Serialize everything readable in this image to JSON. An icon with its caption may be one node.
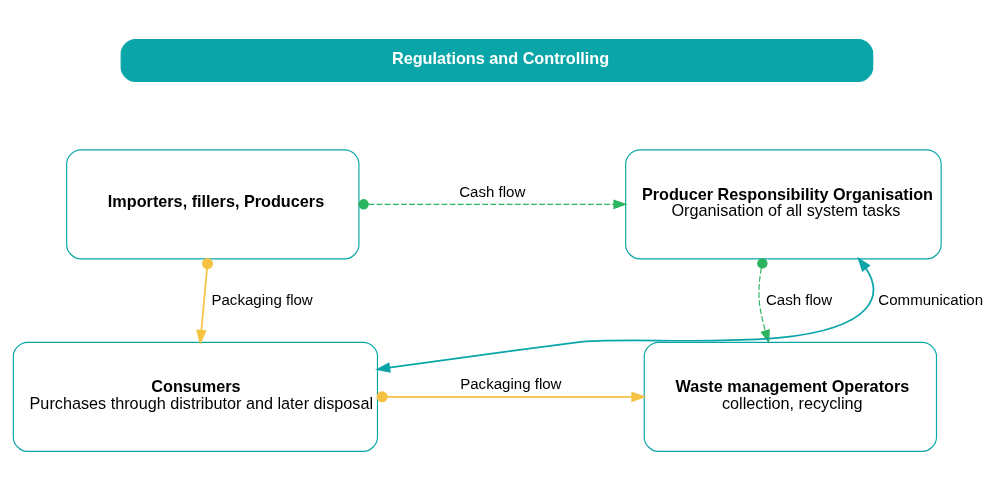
{
  "diagram": {
    "nodes": [
      {
        "text": [
          "Regulations and Controlling"
        ]
      },
      {
        "text": [
          "Importers, fillers, Producers"
        ]
      },
      {
        "text": [
          "Producer Responsibility Organisation",
          "Organisation of all system tasks"
        ]
      },
      {
        "text": [
          "Consumers",
          "Purchases through distributor and later disposal"
        ]
      },
      {
        "text": [
          "Waste management Operators",
          "collection, recycling"
        ]
      }
    ],
    "edges": [
      {
        "from": 1,
        "to": 2,
        "arrow": "to",
        "label": "Cash flow",
        "style": "dashed",
        "color": "#2bb35e"
      },
      {
        "from": 1,
        "to": 3,
        "arrow": "to",
        "label": "Packaging flow",
        "color": "#f5c242"
      },
      {
        "from": 2,
        "to": 4,
        "arrow": "to",
        "label": "Cash flow",
        "style": "dashed",
        "color": "#2bb35e"
      },
      {
        "from": 3,
        "to": 2,
        "arrow": "both",
        "label": "Communication",
        "color": "#0aa5a8"
      },
      {
        "from": 3,
        "to": 4,
        "arrow": "to",
        "label": "Packaging flow",
        "color": "#f5c242"
      }
    ]
  }
}
